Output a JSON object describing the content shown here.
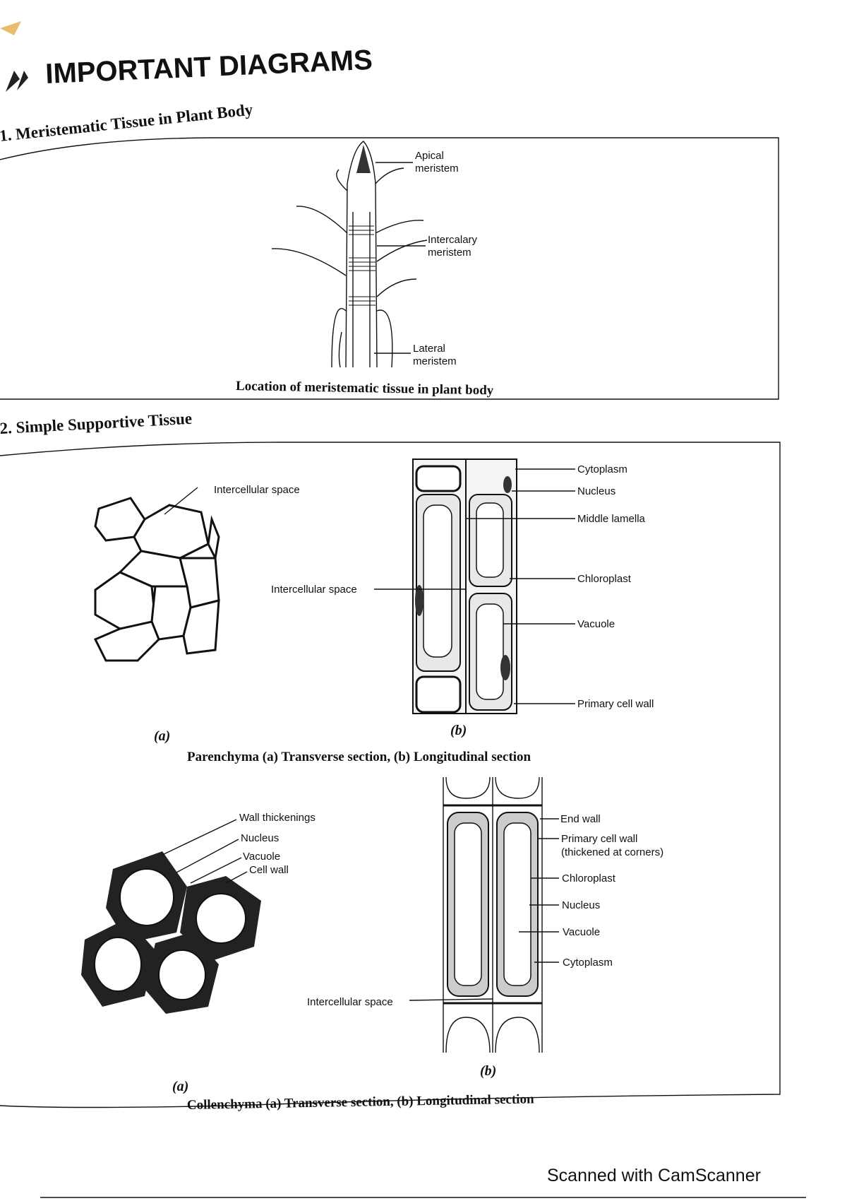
{
  "page": {
    "title": "IMPORTANT DIAGRAMS",
    "footer": "Scanned with CamScanner"
  },
  "section1": {
    "heading": "1. Meristematic Tissue in Plant Body",
    "labels": {
      "apical_1": "Apical",
      "apical_2": "meristem",
      "intercalary_1": "Intercalary",
      "intercalary_2": "meristem",
      "lateral_1": "Lateral",
      "lateral_2": "meristem"
    },
    "caption": "Location of meristematic tissue in plant body"
  },
  "section2": {
    "heading": "2. Simple Supportive Tissue",
    "parenchyma": {
      "ts_labels": {
        "intercellular": "Intercellular space"
      },
      "ls_labels": {
        "intercellular": "Intercellular space",
        "cytoplasm": "Cytoplasm",
        "nucleus": "Nucleus",
        "middle_lamella": "Middle lamella",
        "chloroplast": "Chloroplast",
        "vacuole": "Vacuole",
        "primary_wall": "Primary cell wall"
      },
      "a": "(a)",
      "b": "(b)",
      "caption": "Parenchyma (a) Transverse section, (b) Longitudinal section"
    },
    "collenchyma": {
      "ts_labels": {
        "wall_thickenings": "Wall thickenings",
        "nucleus": "Nucleus",
        "vacuole": "Vacuole",
        "cell_wall": "Cell wall"
      },
      "ls_labels": {
        "end_wall": "End wall",
        "primary_wall_1": "Primary cell wall",
        "primary_wall_2": "(thickened at corners)",
        "chloroplast": "Chloroplast",
        "nucleus": "Nucleus",
        "vacuole": "Vacuole",
        "cytoplasm": "Cytoplasm",
        "intercellular": "Intercellular space"
      },
      "a": "(a)",
      "b": "(b)",
      "caption": "Collenchyma (a) Transverse section, (b) Longitudinal section"
    }
  }
}
